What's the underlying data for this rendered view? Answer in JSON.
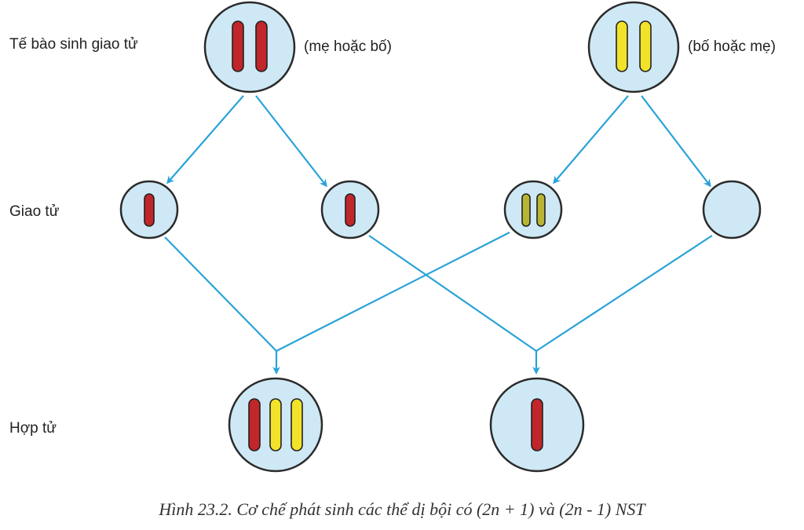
{
  "colors": {
    "cell_fill": "#cfe8f5",
    "arrow": "#2aa3d8",
    "chromosome_maternal": "#c0262a",
    "chromosome_paternal": "#f2e22a",
    "chromosome_paternal_gamete": "#b7b533"
  },
  "rows": {
    "parents": "Tế bào sinh giao tử",
    "gametes": "Giao tử",
    "zygotes": "Hợp tử"
  },
  "parent_notes": {
    "left": "(mẹ hoặc bố)",
    "right": "(bố hoặc mẹ)"
  },
  "caption": "Hình 23.2. Cơ chế phát sinh các thể dị bội có (2n + 1) và (2n - 1) NST"
}
